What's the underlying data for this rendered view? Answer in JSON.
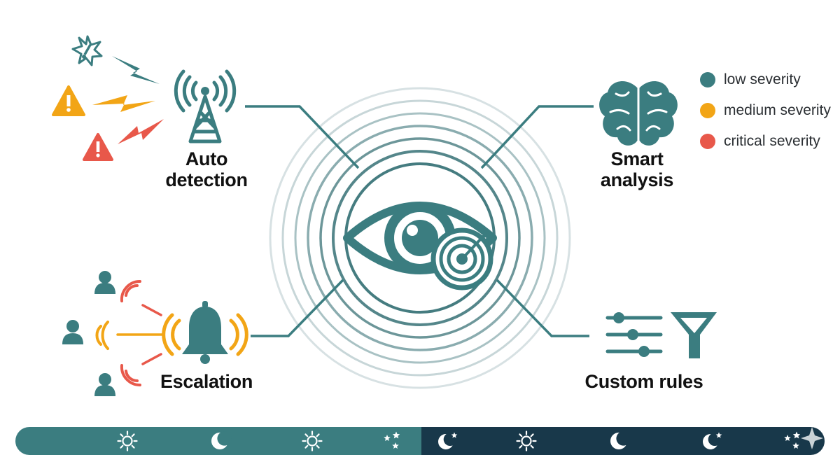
{
  "features": {
    "auto_detection": {
      "line1": "Auto",
      "line2": "detection"
    },
    "smart_analysis": {
      "line1": "Smart",
      "line2": "analysis"
    },
    "escalation": {
      "label": "Escalation"
    },
    "custom_rules": {
      "label": "Custom rules"
    }
  },
  "legend": {
    "items": [
      {
        "label": "low severity",
        "color": "#3b7d80"
      },
      {
        "label": "medium severity",
        "color": "#f2a516"
      },
      {
        "label": "critical severity",
        "color": "#e8584a"
      }
    ]
  },
  "timeline": {
    "day_color": "#3b7d80",
    "night_color": "#18384a",
    "icons": [
      "sun-icon",
      "moon-icon",
      "sun-icon",
      "stars-icon",
      "moon-star-icon",
      "sun-icon",
      "moon-icon",
      "moon-star-icon",
      "stars-icon"
    ]
  },
  "colors": {
    "teal": "#3b7d80",
    "orange": "#f2a516",
    "red": "#e8584a"
  }
}
